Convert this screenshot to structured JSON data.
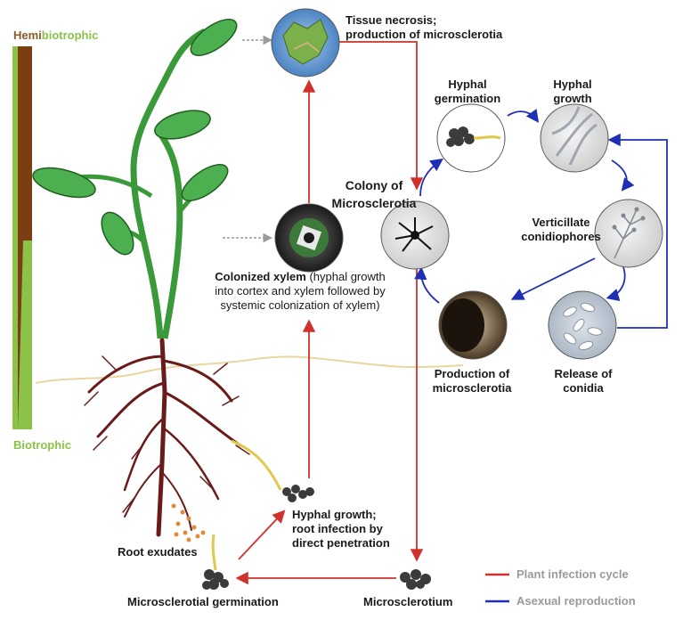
{
  "axis": {
    "top_prefix": "Hemi",
    "top_suffix": "biotrophic",
    "bottom": "Biotrophic",
    "colors": {
      "hemi": "#8b5a2b",
      "bio": "#8bc34a"
    }
  },
  "stages": {
    "tissue_necrosis": "Tissue necrosis;\nproduction of microsclerotia",
    "colonized_xylem_bold": "Colonized xylem",
    "colonized_xylem_rest": " (hyphal growth\ninto cortex and xylem followed by\nsystemic colonization of xylem)",
    "colony": "Colony of\nMicrosclerotia",
    "hyphal_germination": "Hyphal\ngermination",
    "hyphal_growth_top": "Hyphal\ngrowth",
    "verticillate": "Verticillate\nconidiophores",
    "production": "Production of\nmicrosclerotia",
    "release": "Release of\nconidia",
    "root_infection": "Hyphal growth;\nroot infection by\ndirect penetration",
    "root_exudates": "Root exudates",
    "ms_germination": "Microsclerotial germination",
    "microsclerotium": "Microsclerotium"
  },
  "legend": [
    {
      "label": "Plant infection cycle",
      "color": "#d0312d"
    },
    {
      "label": "Asexual reproduction",
      "color": "#1f2fb5"
    }
  ],
  "colors": {
    "red": "#d0312d",
    "blue": "#1f2fb5",
    "leaf": "#4caf50",
    "root": "#6b1a1a"
  },
  "icons": [
    "leaf-photo-icon",
    "xylem-micrograph-icon",
    "colony-micrograph-icon",
    "germination-icon",
    "hyphae-micrograph-icon",
    "conidiophore-micrograph-icon",
    "microsclerotia-micrograph-icon",
    "conidia-micrograph-icon"
  ]
}
